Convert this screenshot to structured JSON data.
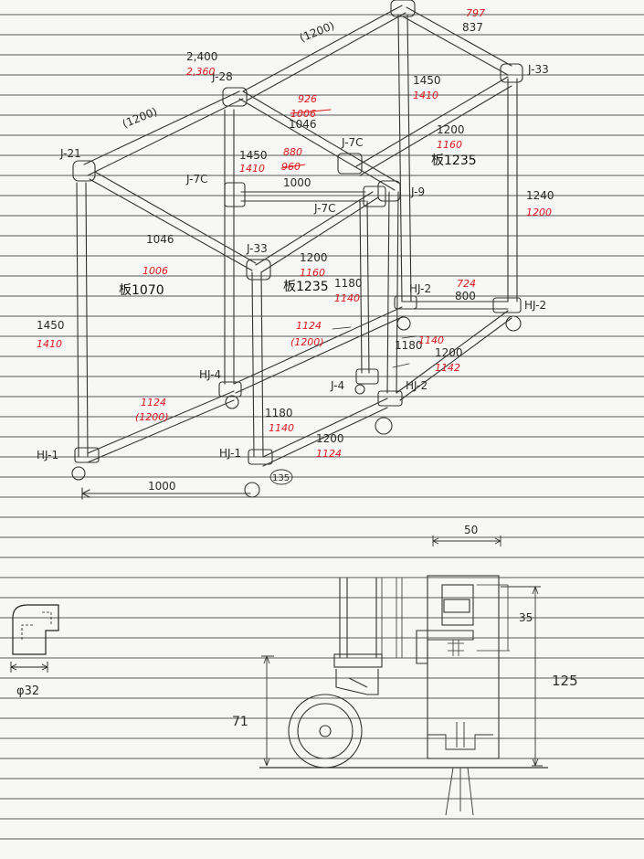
{
  "colors": {
    "paper": "#f7f7f5",
    "rule_line": "#5a5a5a",
    "pencil": "#2b2b2b",
    "red_ink": "#e0181c",
    "black_ink": "#111111"
  },
  "frame": {
    "joint_labels": {
      "j21": "J-21",
      "j28": "J-28",
      "j33_top": "J-33",
      "j7c_top": "J-7C",
      "j7c_left": "J-7C",
      "j7c_mid": "J-7C",
      "j9": "J-9",
      "j33_front": "J-33",
      "hj2_left": "HJ-2",
      "hj2_right": "HJ-2",
      "hj4": "HJ-4",
      "j4": "J-4",
      "hj2_lower": "HJ-2",
      "hj1_left": "HJ-1",
      "hj1_front": "HJ-1"
    },
    "dimensions": {
      "top_right_red_a": "797",
      "top_right_pencil": "837",
      "top_depth": "(1200)",
      "j28_pencil": "2,400",
      "j28_red": "2,360",
      "left_depth": "(1200)",
      "diag_red_top": "926",
      "diag_red_struck": "1006",
      "diag_pencil": "1046",
      "rear_post_pencil": "1450",
      "rear_post_red": "1410",
      "right_beam_pencil": "1200",
      "right_beam_red": "1160",
      "board_top_right": "板1235",
      "mid_post_pencil": "1450",
      "mid_post_red": "1410",
      "mid_beam_red_a": "880",
      "mid_beam_red_struck": "960",
      "mid_cross": "1000",
      "right_post_pencil": "1240",
      "right_post_red": "1200",
      "front_diag_pencil": "1046",
      "front_diag_red": "1006",
      "board_front": "板1070",
      "center_beam_pencil": "1200",
      "center_beam_red": "1160",
      "board_center": "板1235",
      "center_post_pencil": "1180",
      "center_post_red": "1140",
      "right_low_red": "724",
      "right_low_pencil": "800",
      "left_post_pencil": "1450",
      "left_post_red": "1410",
      "mid_low_red": "1124",
      "mid_low_pencil": "(1200)",
      "inner_post_pencil": "1180",
      "inner_post_red": "1140",
      "right_bottom_pencil": "1200",
      "right_bottom_red": "1142",
      "left_low_red": "1124",
      "left_low_pencil": "(1200)",
      "front_post_pencil": "1180",
      "front_post_red": "1140",
      "front_bottom_pencil": "1200",
      "front_bottom_red": "1124",
      "caster_circle": "135",
      "base_width": "1000"
    }
  },
  "elbow_detail": {
    "diameter": "φ32"
  },
  "caster_detail": {
    "width": "50",
    "bracket": "35",
    "total_height": "125",
    "wheel_height": "71"
  }
}
